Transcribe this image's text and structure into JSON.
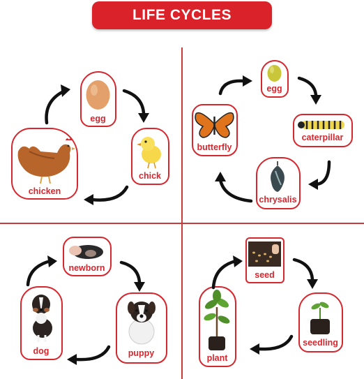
{
  "title": "LIFE CYCLES",
  "colors": {
    "accent": "#d92229",
    "divider": "#c93a3a",
    "arrow": "#111111"
  },
  "cycles": {
    "chicken": {
      "stages": [
        "egg",
        "chick",
        "chicken"
      ]
    },
    "butterfly": {
      "stages": [
        "egg",
        "caterpillar",
        "chrysalis",
        "butterfly"
      ]
    },
    "dog": {
      "stages": [
        "newborn",
        "puppy",
        "dog"
      ]
    },
    "plant": {
      "stages": [
        "seed",
        "seedling",
        "plant"
      ]
    }
  }
}
